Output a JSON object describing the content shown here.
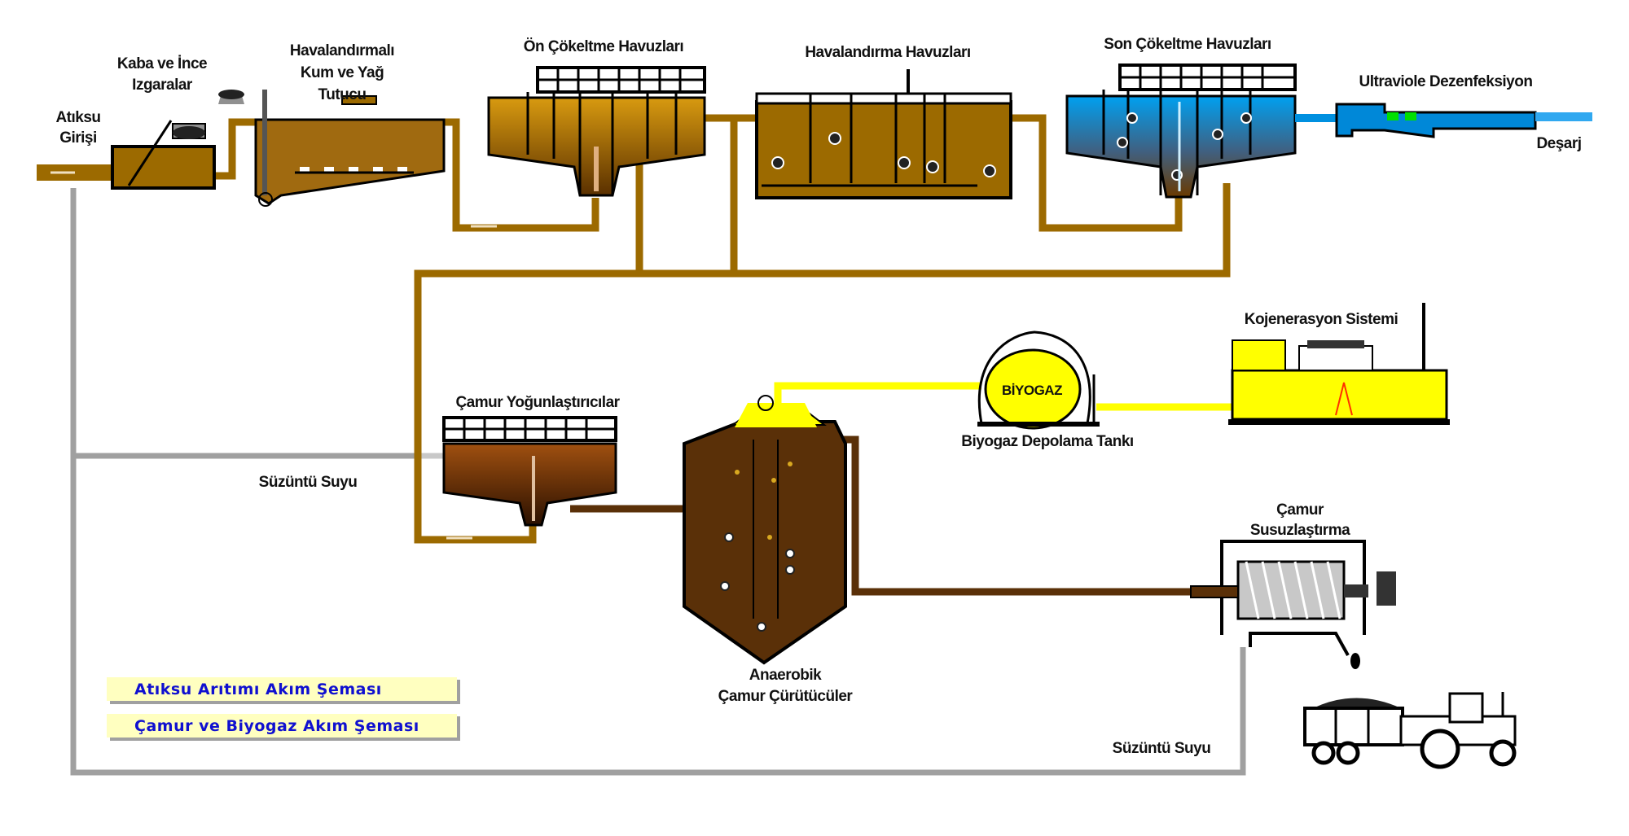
{
  "labels": {
    "inlet": [
      "Atıksu",
      "Girişi"
    ],
    "screens": [
      "Kaba ve İnce",
      "Izgaralar"
    ],
    "grit": [
      "Havalandırmalı",
      "Kum ve Yağ",
      "Tutucu"
    ],
    "primary": "Ön Çökeltme Havuzları",
    "aeration": "Havalandırma Havuzları",
    "secondary": "Son Çökeltme Havuzları",
    "uv": "Ultraviole Dezenfeksiyon",
    "discharge": "Deşarj",
    "thickener": "Çamur Yoğunlaştırıcılar",
    "leachate_1": "Süzüntü Suyu",
    "leachate_2": "Süzüntü Suyu",
    "digester": [
      "Anaerobik",
      "Çamur Çürütücüler"
    ],
    "biogas_tank_tag": "BİYOGAZ",
    "biogas_tank": "Biyogaz Depolama Tankı",
    "cogeneration": "Kojenerasyon Sistemi",
    "dewatering": [
      "Çamur",
      "Susuzlaştırma"
    ]
  },
  "buttons": {
    "wastewater_flow": "Atıksu Arıtımı Akım Şeması",
    "sludge_biogas_flow": "Çamur ve Biyogaz Akım Şeması"
  },
  "colors": {
    "wastewater": "#9c6a00",
    "sludge": "#5a3008",
    "biogas": "#ffff00",
    "filtrate": "#a0a0a0",
    "clean_water": "#0090e0",
    "button_bg": "#ffffc0",
    "button_text": "#1010d0"
  }
}
